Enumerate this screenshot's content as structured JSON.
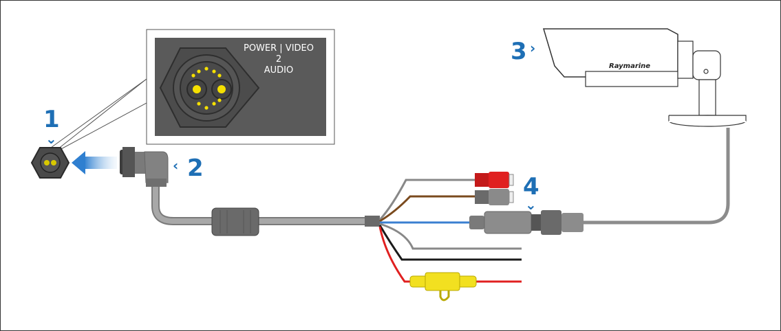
{
  "inset": {
    "line1": "POWER | VIDEO 2",
    "line2": "AUDIO"
  },
  "camera": {
    "brand": "Raymarine"
  },
  "callouts": [
    {
      "number": "1",
      "icon": "chevron-down-icon"
    },
    {
      "number": "2",
      "icon": "chevron-left-icon"
    },
    {
      "number": "3",
      "icon": "chevron-right-icon"
    },
    {
      "number": "4",
      "icon": "chevron-down-icon"
    }
  ],
  "colors": {
    "callout_blue": "#1e6fb5",
    "cable_grey": "#8c8c8c",
    "pin_yellow": "#f5e000",
    "wire_red": "#e02020",
    "wire_brown": "#7a4a1e",
    "wire_blue": "#3a7fd0",
    "rca_red": "#e02020",
    "fuse_yellow": "#f2e020"
  }
}
